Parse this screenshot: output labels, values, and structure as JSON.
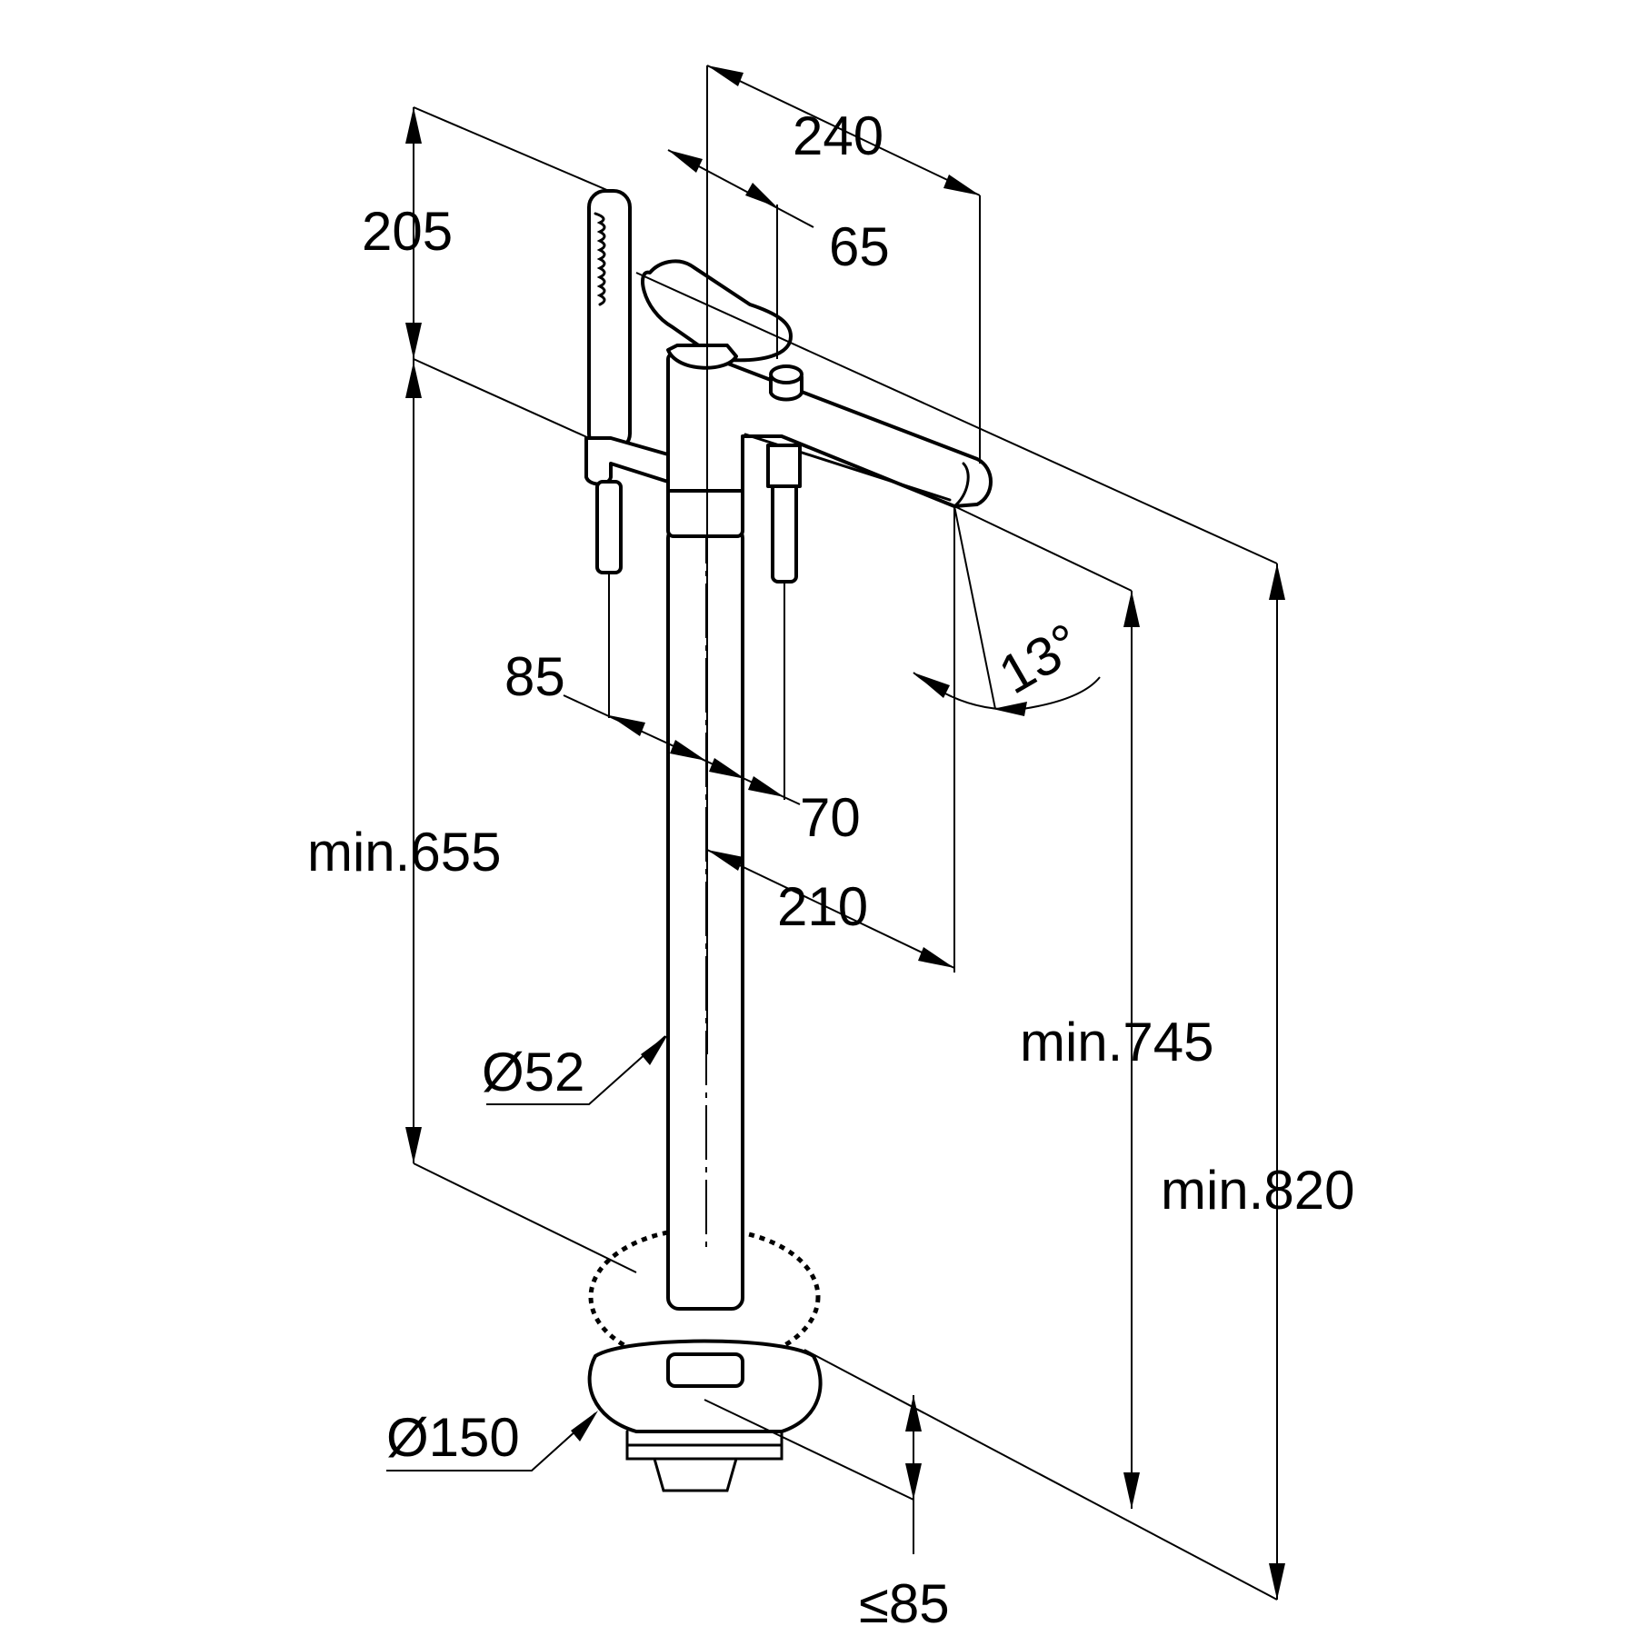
{
  "dimensions": {
    "d240": "240",
    "d65": "65",
    "d205": "205",
    "d13deg": "13°",
    "d85_top": "85",
    "d70": "70",
    "d210": "210",
    "min655": "min.655",
    "min745": "min.745",
    "min820": "min.820",
    "dia52": "Ø52",
    "dia150": "Ø150",
    "le85": "≤85"
  }
}
